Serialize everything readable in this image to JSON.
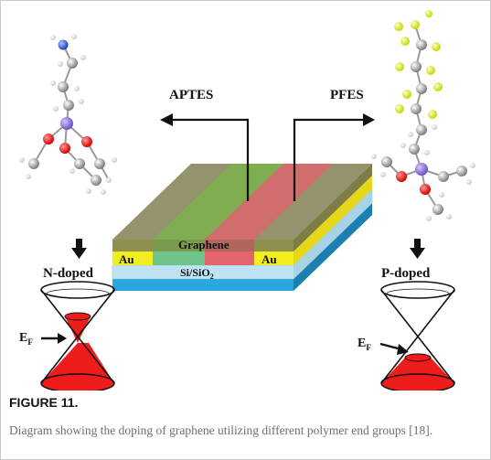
{
  "figure": {
    "labels": {
      "aptes": "APTES",
      "pfes": "PFES",
      "graphene": "Graphene",
      "au_left": "Au",
      "au_right": "Au",
      "substrate": "Si/SiO",
      "substrate_sub": "2",
      "n_doped": "N-doped",
      "p_doped": "P-doped",
      "ef_left": "E",
      "ef_left_sub": "F",
      "ef_right": "E",
      "ef_right_sub": "F"
    },
    "colors": {
      "gold": "#f3ec1e",
      "graphene_layer": "#8a8a8a",
      "n_region": "#7fb04a",
      "p_region": "#d76a6a",
      "sio2": "#bfe3f3",
      "si": "#2aa6e0",
      "cone_fill": "#ef1c1c",
      "arrow": "#111111"
    },
    "icons": [
      "aptes-molecule-icon",
      "pfes-molecule-icon",
      "dirac-cone-icon"
    ]
  },
  "caption": {
    "title": "FIGURE 11.",
    "text": "Diagram showing the doping of graphene utilizing different polymer end groups [18]."
  }
}
